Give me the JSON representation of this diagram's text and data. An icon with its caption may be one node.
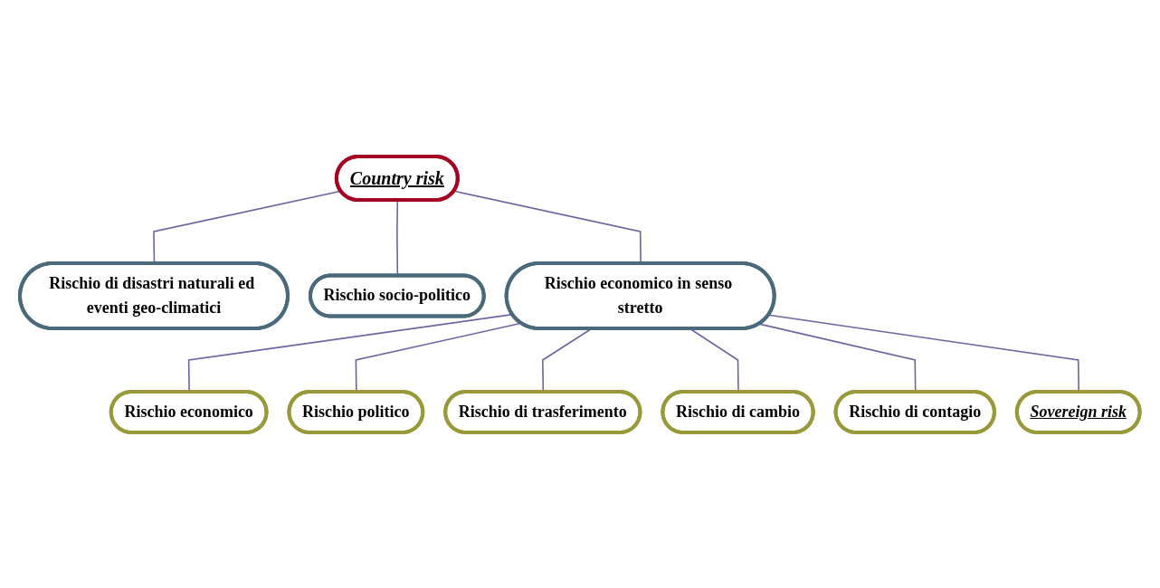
{
  "diagram": {
    "nodes": [
      {
        "text": [
          "Country risk"
        ]
      },
      {
        "text": [
          "Rischio di disastri naturali ed eventi geo-climatici"
        ]
      },
      {
        "text": [
          "Rischio socio-politico"
        ]
      },
      {
        "text": [
          "Rischio economico in senso stretto"
        ]
      },
      {
        "text": [
          "Rischio economico"
        ]
      },
      {
        "text": [
          "Rischio politico"
        ]
      },
      {
        "text": [
          "Rischio di trasferimento"
        ]
      },
      {
        "text": [
          "Rischio di cambio"
        ]
      },
      {
        "text": [
          "Rischio di contagio"
        ]
      },
      {
        "text": [
          "Sovereign risk"
        ]
      }
    ],
    "edges": [
      {
        "from": 0,
        "to": 1,
        "arrow": "none"
      },
      {
        "from": 0,
        "to": 2,
        "arrow": "none"
      },
      {
        "from": 0,
        "to": 3,
        "arrow": "none"
      },
      {
        "from": 3,
        "to": 4,
        "arrow": "none"
      },
      {
        "from": 3,
        "to": 5,
        "arrow": "none"
      },
      {
        "from": 3,
        "to": 6,
        "arrow": "none"
      },
      {
        "from": 3,
        "to": 7,
        "arrow": "none"
      },
      {
        "from": 3,
        "to": 8,
        "arrow": "none"
      },
      {
        "from": 3,
        "to": 9,
        "arrow": "none"
      }
    ]
  }
}
